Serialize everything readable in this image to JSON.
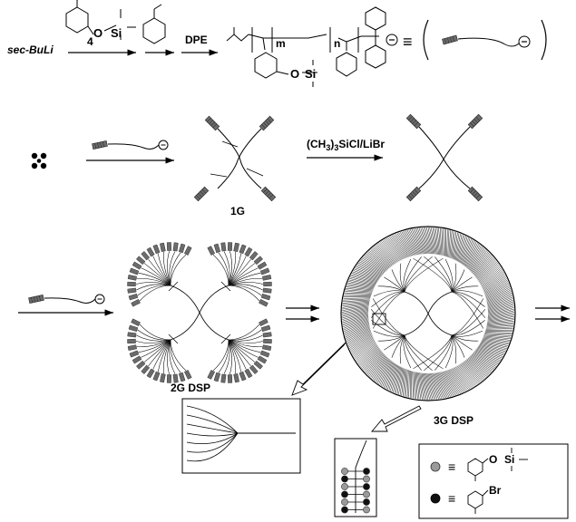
{
  "scheme": {
    "step1": {
      "initiator": "sec-BuLi",
      "monomer_number": "4",
      "reagent_dpe": "DPE",
      "subscript_m": "m",
      "subscript_n": "n",
      "si_label": "Si",
      "o_label": "O",
      "equiv_symbol": "≡",
      "charge": "⊖"
    },
    "step2": {
      "product_label": "1G",
      "reagent": "(CH3)3SiCl/LiBr"
    },
    "step3": {
      "product_2g": "2G DSP",
      "product_3g": "3G DSP"
    },
    "legend": {
      "equiv_symbol": "≡",
      "o_label": "O",
      "si_label": "Si",
      "br_label": "Br"
    },
    "colors": {
      "ink": "#000000",
      "block_gray": "#6b6b6b",
      "bead_gray": "#9a9a9a",
      "bead_black": "#111111"
    }
  }
}
